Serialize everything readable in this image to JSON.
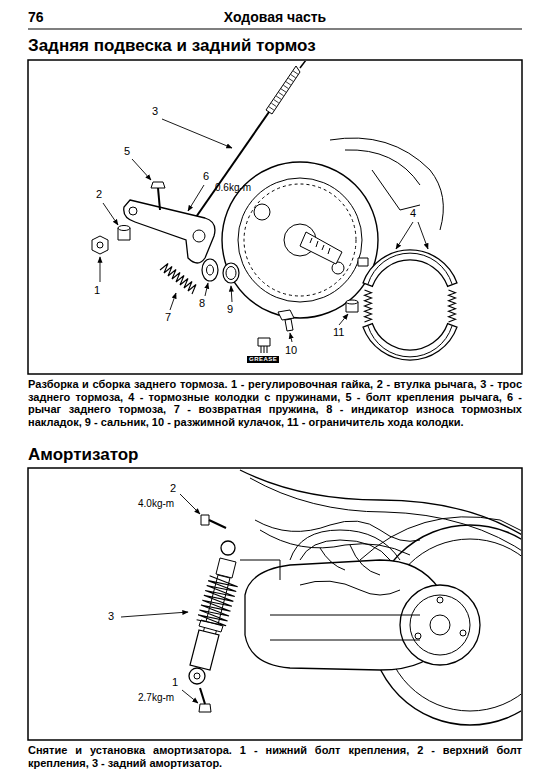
{
  "diagram": {
    "title": "Ходовая часть",
    "labels": [
      "76",
      "Задняя подвеска и задний тормоз",
      "3",
      "5",
      "6",
      "0.6kg-m",
      "2",
      "4",
      "1",
      "7",
      "8",
      "9",
      "11",
      "10",
      "GREASE",
      "Разборка и сборка заднего тормоза. 1 - регулировочная гайка, 2 - втулка рычага, 3 - трос заднего тормоза, 4 - тормозные колодки с пружинами, 5 - болт крепления рычага, 6 - рычаг заднего тормоза, 7 - возвратная пружина, 8 - индикатор износа тормозных накладок, 9 - сальник, 10 - разжимной кулачок, 11 - ограничитель хода колодки.",
      "Амортизатор",
      "2",
      "4.0kg-m",
      "3",
      "1",
      "2.7kg-m",
      "Снятие и установка амортизатора. 1 - нижний болт крепления, 2 - верхний болт крепления, 3 - задний амортизатор."
    ]
  }
}
